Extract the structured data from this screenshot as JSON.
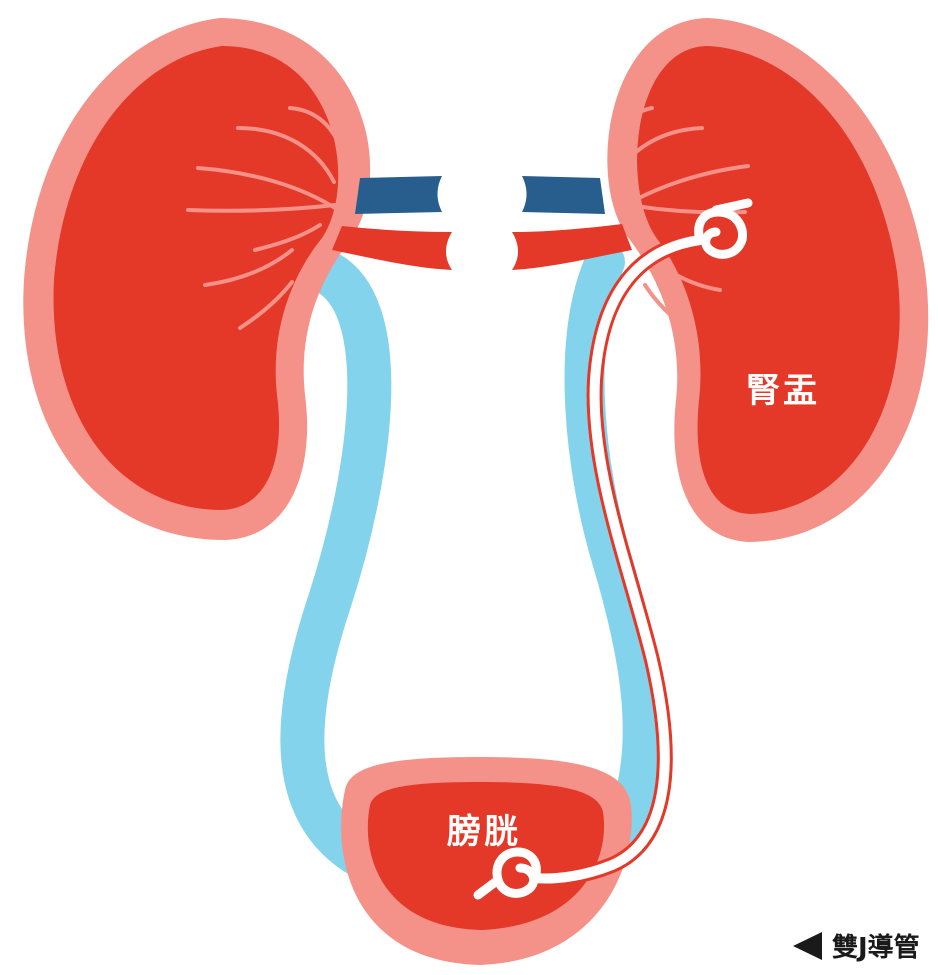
{
  "labels": {
    "renal_pelvis": "腎盂",
    "bladder": "膀胱",
    "stent_caption": "雙J導管"
  },
  "colors": {
    "kidney_outer": "#F4928A",
    "kidney_inner": "#E43828",
    "vein": "#275E8E",
    "artery": "#E43828",
    "ureter": "#84D3EC",
    "stent": "#FFFFFF",
    "stent_outline": "#E43828",
    "caption": "#1A1A1A"
  },
  "icons": {
    "caption_pointer": "left-triangle-icon"
  }
}
